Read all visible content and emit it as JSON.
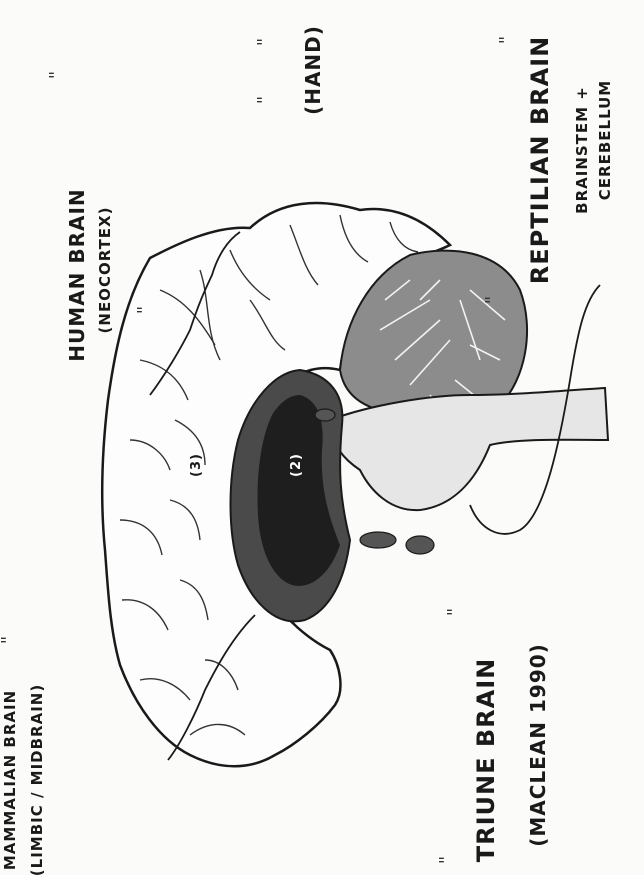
{
  "labels": {
    "triune_title": "TRIUNE BRAIN",
    "triune_citation": "(MACLEAN 1990)",
    "human_brain": "HUMAN BRAIN",
    "neocortex": "(NEOCORTEX)",
    "hand": "(HAND)",
    "reptilian_brain": "REPTILIAN BRAIN",
    "brainstem_cerebellum_1": "BRAINSTEM +",
    "brainstem_cerebellum_2": "CEREBELLUM",
    "mammalian_brain": "MAMMALIAN BRAIN",
    "limbic_midbrain": "(LIMBIC / MIDBRAIN)",
    "ditto": "\""
  },
  "regions": {
    "neocortex_number": "(3)",
    "limbic_number": "(2)"
  },
  "colors": {
    "ink": "#1a1a1a",
    "limbic_outer": "#4a4a4a",
    "limbic_inner": "#1e1e1e",
    "brainstem": "#e6e6e6",
    "cerebellum": "#8c8c8c",
    "cortex": "#fdfdfd"
  }
}
